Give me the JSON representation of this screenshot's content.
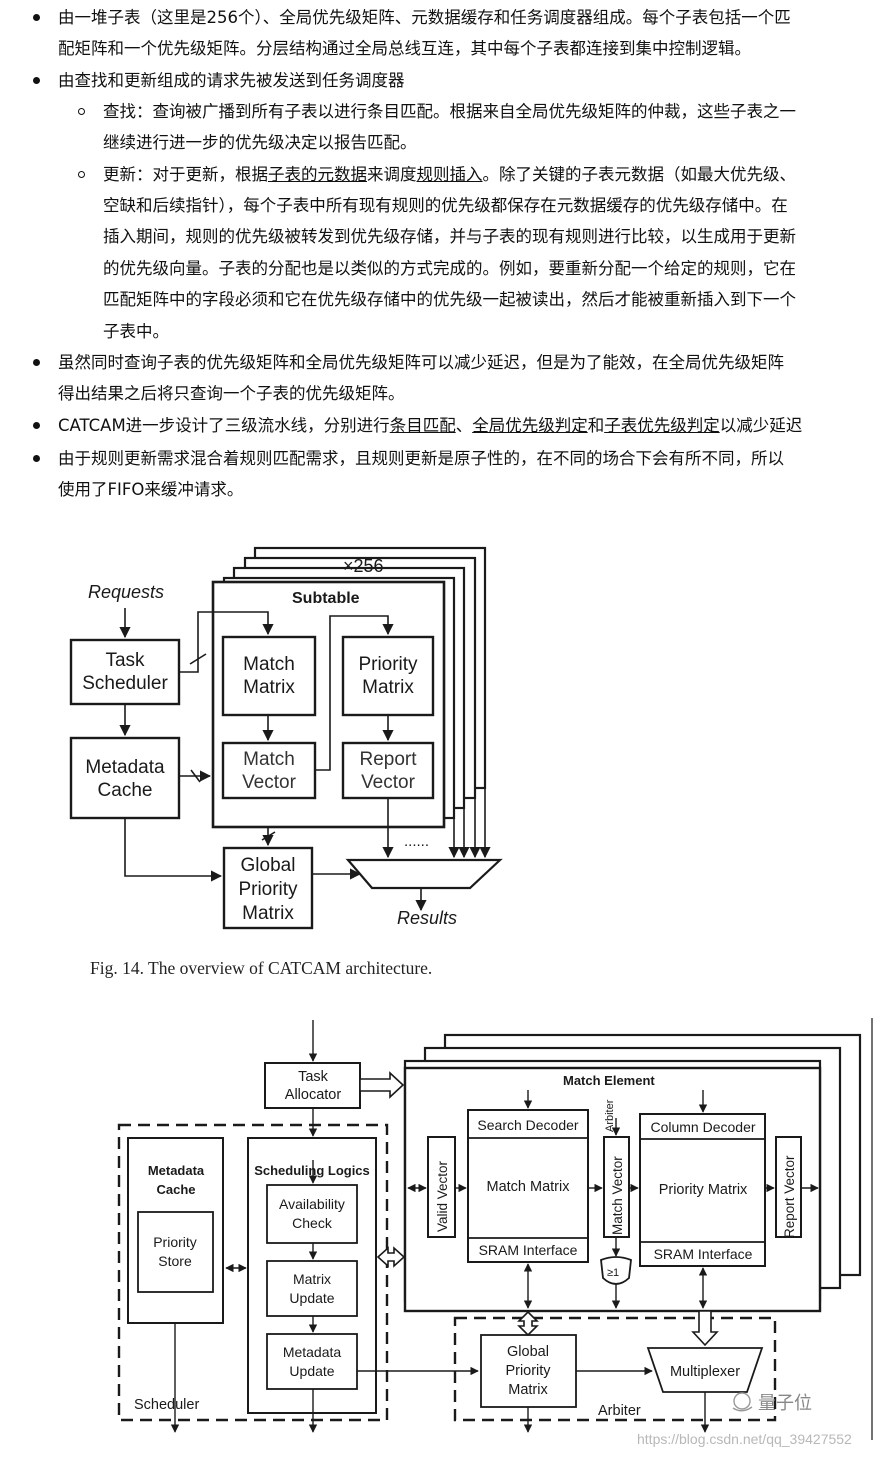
{
  "notes": {
    "b1_l1": "由一堆子表（这里是256个）、全局优先级矩阵、元数据缓存和任务调度器组成。每个子表包括一个匹",
    "b1_l2": "配矩阵和一个优先级矩阵。分层结构通过全局总线互连，其中每个子表都连接到集中控制逻辑。",
    "b2": "由查找和更新组成的请求先被发送到任务调度器",
    "s1_l1": "查找：查询被广播到所有子表以进行条目匹配。根据来自全局优先级矩阵的仲裁，这些子表之一",
    "s1_l2": "继续进行进一步的优先级决定以报告匹配。",
    "s2_l1_a": "更新：对于更新，根据",
    "s2_l1_u1": "子表的元数据",
    "s2_l1_b": "来调度",
    "s2_l1_u2": "规则插入",
    "s2_l1_c": "。除了关键的子表元数据（如最大优先级、",
    "s2_l2": "空缺和后续指针），每个子表中所有现有规则的优先级都保存在元数据缓存的优先级存储中。在",
    "s2_l3": "插入期间，规则的优先级被转发到优先级存储，并与子表的现有规则进行比较，以生成用于更新",
    "s2_l4": "的优先级向量。子表的分配也是以类似的方式完成的。例如，要重新分配一个给定的规则，它在",
    "s2_l5": "匹配矩阵中的字段必须和它在优先级存储中的优先级一起被读出，然后才能被重新插入到下一个",
    "s2_l6": "子表中。",
    "b3_l1": "虽然同时查询子表的优先级矩阵和全局优先级矩阵可以减少延迟，但是为了能效，在全局优先级矩阵",
    "b3_l2": "得出结果之后将只查询一个子表的优先级矩阵。",
    "b4_a": "CATCAM进一步设计了三级流水线，分别进行",
    "b4_u1": "条目匹配",
    "b4_b": "、",
    "b4_u2": "全局优先级判定",
    "b4_c": "和",
    "b4_u3": "子表优先级判定",
    "b4_d": "以减少延迟",
    "b5_l1": "由于规则更新需求混合着规则匹配需求，且规则更新是原子性的，在不同的场合下会有所不同，所以",
    "b5_l2": "使用了FIFO来缓冲请求。"
  },
  "fig14": {
    "count": "×256",
    "subtable": "Subtable",
    "requests": "Requests",
    "task_scheduler": [
      "Task",
      "Scheduler"
    ],
    "metadata_cache": [
      "Metadata",
      "Cache"
    ],
    "match_matrix": [
      "Match",
      "Matrix"
    ],
    "priority_matrix": [
      "Priority",
      "Matrix"
    ],
    "match_vector": [
      "Match",
      "Vector"
    ],
    "report_vector": [
      "Report",
      "Vector"
    ],
    "global_priority_matrix": [
      "Global",
      "Priority",
      "Matrix"
    ],
    "dots": "......",
    "results": "Results",
    "caption": "Fig. 14.  The overview of CATCAM architecture."
  },
  "fig2": {
    "task_allocator": [
      "Task",
      "Allocator"
    ],
    "match_element": "Match Element",
    "arbiter_vertical": "Arbiter",
    "search_decoder": "Search Decoder",
    "column_decoder": "Column Decoder",
    "match_matrix": "Match Matrix",
    "priority_matrix": "Priority Matrix",
    "valid_vector": "Valid Vector",
    "match_vector": "Match Vector",
    "report_vector": "Report Vector",
    "sram_interface": "SRAM Interface",
    "ge1": "≥1",
    "metadata_cache": [
      "Metadata",
      "Cache"
    ],
    "priority_store": [
      "Priority",
      "Store"
    ],
    "scheduling_logics": "Scheduling Logics",
    "availability_check": [
      "Availability",
      "Check"
    ],
    "matrix_update": [
      "Matrix",
      "Update"
    ],
    "metadata_update": [
      "Metadata",
      "Update"
    ],
    "scheduler": "Scheduler",
    "global_priority_matrix": [
      "Global",
      "Priority",
      "Matrix"
    ],
    "multiplexer": "Multiplexer",
    "arbiter": "Arbiter"
  },
  "watermark": {
    "brand": "量子位",
    "url": "https://blog.csdn.net/qq_39427552"
  }
}
